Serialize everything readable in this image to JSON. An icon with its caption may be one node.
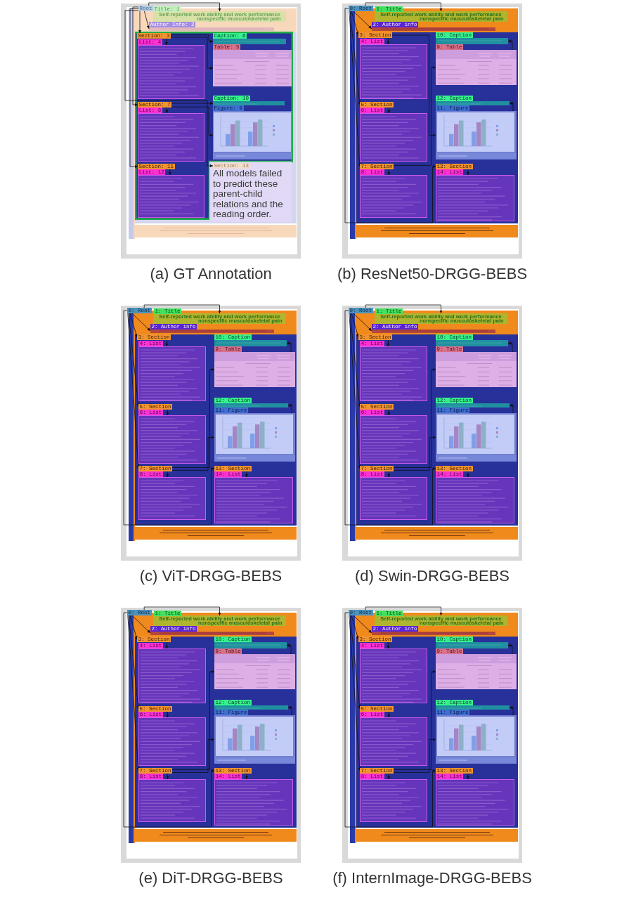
{
  "diagram": {
    "nodes": [
      {
        "text": [
          "(a) GT Annotation"
        ]
      },
      {
        "text": [
          "Root"
        ],
        "in": 0
      },
      {
        "text": [
          "Title: 1",
          "Self-reported work ability and work performance",
          "nonspecific musculoskeletal pain"
        ],
        "in": 0
      },
      {
        "text": [
          "Author Info: 2"
        ],
        "in": 0
      },
      {
        "text": [],
        "shape": "box",
        "in": 0
      },
      {
        "text": [
          "Section: 3"
        ],
        "in": 4
      },
      {
        "text": [
          "List: 4"
        ],
        "in": 4
      },
      {
        "text": [
          "Section: 7"
        ],
        "in": 4
      },
      {
        "text": [
          "List: 8"
        ],
        "in": 4
      },
      {
        "text": [
          "Section: 11"
        ],
        "in": 4
      },
      {
        "text": [
          "List: 12"
        ],
        "in": 4
      },
      {
        "text": [
          "Caption: 6"
        ],
        "in": 4
      },
      {
        "text": [
          "Table: 5"
        ],
        "in": 4
      },
      {
        "text": [
          "Caption: 10"
        ],
        "in": 4
      },
      {
        "text": [
          "Figure: 9"
        ],
        "in": 4
      },
      {
        "text": [
          "All models failed to predict these parent-child relations and the reading order."
        ],
        "in": 0
      },
      {
        "text": [
          "Section: 13"
        ],
        "in": 15
      },
      {
        "text": [
          "(b) ResNet50-DRGG-BEBS"
        ]
      },
      {
        "text": [
          "0: Root"
        ],
        "in": 17
      },
      {
        "text": [
          "1: Title",
          "Self-reported work ability and work performance",
          "nonspecific musculoskeletal pain"
        ],
        "in": 17
      },
      {
        "text": [
          "2: Author info"
        ],
        "in": 17
      },
      {
        "text": [
          "3: Section"
        ],
        "in": 17
      },
      {
        "text": [
          "4: List"
        ],
        "in": 17
      },
      {
        "text": [
          "5: Section"
        ],
        "in": 17
      },
      {
        "text": [
          "6: List"
        ],
        "in": 17
      },
      {
        "text": [
          "7: Section"
        ],
        "in": 17
      },
      {
        "text": [
          "8: List"
        ],
        "in": 17
      },
      {
        "text": [
          "10: Caption"
        ],
        "in": 17
      },
      {
        "text": [
          "9: Table"
        ],
        "in": 17
      },
      {
        "text": [
          "12: Caption"
        ],
        "in": 17
      },
      {
        "text": [
          "11: Figure"
        ],
        "in": 17
      },
      {
        "text": [
          "13: Section"
        ],
        "in": 17
      },
      {
        "text": [
          "14: List"
        ],
        "in": 17
      },
      {
        "text": [
          "(c) ViT-DRGG-BEBS"
        ]
      },
      {
        "text": [
          "0: Root"
        ],
        "in": 33
      },
      {
        "text": [
          "1: Title",
          "Self-reported work ability and work performance",
          "nonspecific musculoskeletal pain"
        ],
        "in": 33
      },
      {
        "text": [
          "2: Author info"
        ],
        "in": 33
      },
      {
        "text": [
          "3: Section"
        ],
        "in": 33
      },
      {
        "text": [
          "4: List"
        ],
        "in": 33
      },
      {
        "text": [
          "5: Section"
        ],
        "in": 33
      },
      {
        "text": [
          "6: List"
        ],
        "in": 33
      },
      {
        "text": [
          "7: Section"
        ],
        "in": 33
      },
      {
        "text": [
          "8: List"
        ],
        "in": 33
      },
      {
        "text": [
          "10: Caption"
        ],
        "in": 33
      },
      {
        "text": [
          "9: Table"
        ],
        "in": 33
      },
      {
        "text": [
          "12: Caption"
        ],
        "in": 33
      },
      {
        "text": [
          "11: Figure"
        ],
        "in": 33
      },
      {
        "text": [
          "13: Section"
        ],
        "in": 33
      },
      {
        "text": [
          "14: List"
        ],
        "in": 33
      },
      {
        "text": [
          "(d) Swin-DRGG-BEBS"
        ]
      },
      {
        "text": [
          "0: Root"
        ],
        "in": 49
      },
      {
        "text": [
          "1: Title",
          "Self-reported work ability and work performance",
          "nonspecific musculoskeletal pain"
        ],
        "in": 49
      },
      {
        "text": [
          "2: Author info"
        ],
        "in": 49
      },
      {
        "text": [
          "3: Section"
        ],
        "in": 49
      },
      {
        "text": [
          "4: List"
        ],
        "in": 49
      },
      {
        "text": [
          "5: Section"
        ],
        "in": 49
      },
      {
        "text": [
          "6: List"
        ],
        "in": 49
      },
      {
        "text": [
          "7: Section"
        ],
        "in": 49
      },
      {
        "text": [
          "8: List"
        ],
        "in": 49
      },
      {
        "text": [
          "10: Caption"
        ],
        "in": 49
      },
      {
        "text": [
          "9: Table"
        ],
        "in": 49
      },
      {
        "text": [
          "12: Caption"
        ],
        "in": 49
      },
      {
        "text": [
          "11: Figure"
        ],
        "in": 49
      },
      {
        "text": [
          "13: Section"
        ],
        "in": 49
      },
      {
        "text": [
          "14: List"
        ],
        "in": 49
      },
      {
        "text": [
          "(e) DiT-DRGG-BEBS"
        ]
      },
      {
        "text": [
          "0: Root"
        ],
        "in": 65
      },
      {
        "text": [
          "1: Title",
          "Self-reported work ability and work performance",
          "nonspecific musculoskeletal pain"
        ],
        "in": 65
      },
      {
        "text": [
          "2: Author info"
        ],
        "in": 65
      },
      {
        "text": [
          "3: Section"
        ],
        "in": 65
      },
      {
        "text": [
          "4: List"
        ],
        "in": 65
      },
      {
        "text": [
          "5: Section"
        ],
        "in": 65
      },
      {
        "text": [
          "6: List"
        ],
        "in": 65
      },
      {
        "text": [
          "7: Section"
        ],
        "in": 65
      },
      {
        "text": [
          "8: List"
        ],
        "in": 65
      },
      {
        "text": [
          "10: Caption"
        ],
        "in": 65
      },
      {
        "text": [
          "9: Table"
        ],
        "in": 65
      },
      {
        "text": [
          "12: Caption"
        ],
        "in": 65
      },
      {
        "text": [
          "11: Figure"
        ],
        "in": 65
      },
      {
        "text": [
          "13: Section"
        ],
        "in": 65
      },
      {
        "text": [
          "14: List"
        ],
        "in": 65
      },
      {
        "text": [
          "(f) InternImage-DRGG-BEBS"
        ]
      },
      {
        "text": [
          "0: Root"
        ],
        "in": 81
      },
      {
        "text": [
          "1: Title",
          "Self-reported work ability and work performance",
          "nonspecific musculoskeletal pain"
        ],
        "in": 81
      },
      {
        "text": [
          "2: Author info"
        ],
        "in": 81
      },
      {
        "text": [
          "3: Section"
        ],
        "in": 81
      },
      {
        "text": [
          "4: List"
        ],
        "in": 81
      },
      {
        "text": [
          "5: Section"
        ],
        "in": 81
      },
      {
        "text": [
          "6: List"
        ],
        "in": 81
      },
      {
        "text": [
          "7: Section"
        ],
        "in": 81
      },
      {
        "text": [
          "8: List"
        ],
        "in": 81
      },
      {
        "text": [
          "10: Caption"
        ],
        "in": 81
      },
      {
        "text": [
          "9: Table"
        ],
        "in": 81
      },
      {
        "text": [
          "12: Caption"
        ],
        "in": 81
      },
      {
        "text": [
          "11: Figure"
        ],
        "in": 81
      },
      {
        "text": [
          "13: Section"
        ],
        "in": 81
      },
      {
        "text": [
          "14: List"
        ],
        "in": 81
      }
    ],
    "edges": [
      {
        "from": 1,
        "to": 2,
        "arrow": "to"
      },
      {
        "from": 1,
        "to": 3,
        "arrow": "to"
      },
      {
        "from": 1,
        "to": 5,
        "arrow": "to"
      },
      {
        "from": 1,
        "to": 7,
        "arrow": "to"
      },
      {
        "from": 1,
        "to": 9,
        "arrow": "to"
      },
      {
        "from": 1,
        "to": 16,
        "arrow": "to"
      },
      {
        "from": 5,
        "to": 6,
        "arrow": "to"
      },
      {
        "from": 5,
        "to": 11,
        "arrow": "to"
      },
      {
        "from": 5,
        "to": 12,
        "arrow": "to"
      },
      {
        "from": 7,
        "to": 8,
        "arrow": "to"
      },
      {
        "from": 7,
        "to": 13,
        "arrow": "to"
      },
      {
        "from": 7,
        "to": 14,
        "arrow": "to"
      },
      {
        "from": 9,
        "to": 10,
        "arrow": "to"
      },
      {
        "from": 18,
        "to": 19,
        "arrow": "to"
      },
      {
        "from": 18,
        "to": 20,
        "arrow": "to"
      },
      {
        "from": 18,
        "to": 21,
        "arrow": "to"
      },
      {
        "from": 18,
        "to": 23,
        "arrow": "to"
      },
      {
        "from": 18,
        "to": 25,
        "arrow": "to"
      },
      {
        "from": 18,
        "to": 31,
        "arrow": "to"
      },
      {
        "from": 21,
        "to": 22,
        "arrow": "to"
      },
      {
        "from": 23,
        "to": 24,
        "arrow": "to"
      },
      {
        "from": 25,
        "to": 26,
        "arrow": "to"
      },
      {
        "from": 25,
        "to": 28,
        "arrow": "to"
      },
      {
        "from": 28,
        "to": 27,
        "arrow": "to"
      },
      {
        "from": 21,
        "to": 30,
        "arrow": "to"
      },
      {
        "from": 30,
        "to": 29,
        "arrow": "to"
      },
      {
        "from": 31,
        "to": 32,
        "arrow": "to"
      },
      {
        "from": 34,
        "to": 35,
        "arrow": "to"
      },
      {
        "from": 34,
        "to": 36,
        "arrow": "to"
      },
      {
        "from": 34,
        "to": 37,
        "arrow": "to"
      },
      {
        "from": 34,
        "to": 39,
        "arrow": "to"
      },
      {
        "from": 34,
        "to": 41,
        "arrow": "to"
      },
      {
        "from": 34,
        "to": 47,
        "arrow": "to"
      },
      {
        "from": 37,
        "to": 38,
        "arrow": "to"
      },
      {
        "from": 39,
        "to": 40,
        "arrow": "to"
      },
      {
        "from": 41,
        "to": 42,
        "arrow": "to"
      },
      {
        "from": 41,
        "to": 44,
        "arrow": "to"
      },
      {
        "from": 44,
        "to": 43,
        "arrow": "to"
      },
      {
        "from": 41,
        "to": 46,
        "arrow": "to"
      },
      {
        "from": 46,
        "to": 45,
        "arrow": "to"
      },
      {
        "from": 47,
        "to": 48,
        "arrow": "to"
      },
      {
        "from": 50,
        "to": 51,
        "arrow": "to"
      },
      {
        "from": 50,
        "to": 52,
        "arrow": "to"
      },
      {
        "from": 50,
        "to": 53,
        "arrow": "to"
      },
      {
        "from": 50,
        "to": 55,
        "arrow": "to"
      },
      {
        "from": 50,
        "to": 57,
        "arrow": "to"
      },
      {
        "from": 50,
        "to": 63,
        "arrow": "to"
      },
      {
        "from": 53,
        "to": 54,
        "arrow": "to"
      },
      {
        "from": 55,
        "to": 56,
        "arrow": "to"
      },
      {
        "from": 57,
        "to": 58,
        "arrow": "to"
      },
      {
        "from": 57,
        "to": 60,
        "arrow": "to"
      },
      {
        "from": 60,
        "to": 59,
        "arrow": "to"
      },
      {
        "from": 57,
        "to": 62,
        "arrow": "to"
      },
      {
        "from": 62,
        "to": 61,
        "arrow": "to"
      },
      {
        "from": 63,
        "to": 64,
        "arrow": "to"
      },
      {
        "from": 66,
        "to": 67,
        "arrow": "to"
      },
      {
        "from": 66,
        "to": 68,
        "arrow": "to"
      },
      {
        "from": 66,
        "to": 69,
        "arrow": "to"
      },
      {
        "from": 66,
        "to": 71,
        "arrow": "to"
      },
      {
        "from": 66,
        "to": 73,
        "arrow": "to"
      },
      {
        "from": 66,
        "to": 79,
        "arrow": "to"
      },
      {
        "from": 69,
        "to": 70,
        "arrow": "to"
      },
      {
        "from": 71,
        "to": 72,
        "arrow": "to"
      },
      {
        "from": 73,
        "to": 74,
        "arrow": "to"
      },
      {
        "from": 73,
        "to": 76,
        "arrow": "to"
      },
      {
        "from": 76,
        "to": 75,
        "arrow": "to"
      },
      {
        "from": 73,
        "to": 78,
        "arrow": "to"
      },
      {
        "from": 78,
        "to": 77,
        "arrow": "to"
      },
      {
        "from": 79,
        "to": 80,
        "arrow": "to"
      },
      {
        "from": 82,
        "to": 83,
        "arrow": "to"
      },
      {
        "from": 82,
        "to": 84,
        "arrow": "to"
      },
      {
        "from": 82,
        "to": 85,
        "arrow": "to"
      },
      {
        "from": 82,
        "to": 87,
        "arrow": "to"
      },
      {
        "from": 82,
        "to": 89,
        "arrow": "to"
      },
      {
        "from": 82,
        "to": 95,
        "arrow": "to"
      },
      {
        "from": 85,
        "to": 86,
        "arrow": "to"
      },
      {
        "from": 87,
        "to": 88,
        "arrow": "to"
      },
      {
        "from": 89,
        "to": 90,
        "arrow": "to"
      },
      {
        "from": 89,
        "to": 92,
        "arrow": "to"
      },
      {
        "from": 92,
        "to": 91,
        "arrow": "to"
      },
      {
        "from": 89,
        "to": 94,
        "arrow": "to"
      },
      {
        "from": 94,
        "to": 93,
        "arrow": "to"
      },
      {
        "from": 95,
        "to": 96,
        "arrow": "to"
      }
    ]
  }
}
